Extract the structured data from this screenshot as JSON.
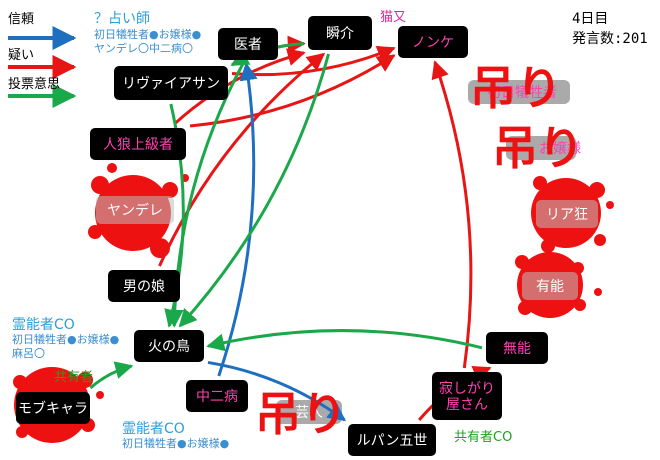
{
  "legend": [
    {
      "label": "信頼",
      "color": "#1f6fc0"
    },
    {
      "label": "疑い",
      "color": "#e81515"
    },
    {
      "label": "投票意思",
      "color": "#1aa84a"
    }
  ],
  "status": {
    "day": "4日目",
    "post_count": "発言数:201"
  },
  "players": [
    {
      "key": "isha",
      "name": "医者",
      "text_color": "#ffffff",
      "dead": false
    },
    {
      "key": "shunsuke",
      "name": "瞬介",
      "text_color": "#ffffff",
      "dead": false
    },
    {
      "key": "nonke",
      "name": "ノンケ",
      "text_color": "#ff40b0",
      "dead": false
    },
    {
      "key": "rivaia",
      "name": "リヴァイアサン",
      "text_color": "#ffffff",
      "dead": false
    },
    {
      "key": "jinro",
      "name": "人狼上級者",
      "text_color": "#ff40b0",
      "dead": false
    },
    {
      "key": "otoko",
      "name": "男の娘",
      "text_color": "#ffffff",
      "dead": false
    },
    {
      "key": "hinotori",
      "name": "火の鳥",
      "text_color": "#ffffff",
      "dead": false
    },
    {
      "key": "munou",
      "name": "無能",
      "text_color": "#ff40b0",
      "dead": false
    },
    {
      "key": "chuni",
      "name": "中二病",
      "text_color": "#ff40b0",
      "dead": false
    },
    {
      "key": "sabishi",
      "name": "寂しがり\n屋さん",
      "text_color": "#ff40b0",
      "dead": false
    },
    {
      "key": "lupin",
      "name": "ルパン五世",
      "text_color": "#ffffff",
      "dead": false
    },
    {
      "key": "mobu",
      "name": "モブキャラ",
      "text_color": "#ffffff",
      "dead": true
    },
    {
      "key": "yandere",
      "name": "ヤンデレ",
      "text_color": "#ffffff",
      "dead": true
    },
    {
      "key": "ria",
      "name": "リア狂",
      "text_color": "#ffffff",
      "dead": true
    },
    {
      "key": "yuunou",
      "name": "有能",
      "text_color": "#ffffff",
      "dead": true
    },
    {
      "key": "dead_a",
      "name": "初日犠牲者",
      "text_color": "#ff40b0",
      "dead": true
    },
    {
      "key": "dead_b",
      "name": "お嬢様",
      "text_color": "#ff40b0",
      "dead": true
    },
    {
      "key": "dead_c",
      "name": "芸人",
      "text_color": "#ffffff",
      "dead": true
    }
  ],
  "notes": {
    "seer_role": "？占い師",
    "seer_line1": "初日犠牲者●お嬢様●",
    "seer_line2": "ヤンデレ〇中二病〇",
    "medium1_role": "霊能者CO",
    "medium1_line1": "初日犠牲者●お嬢様●",
    "medium1_line2": "麻呂〇",
    "medium2_role": "霊能者CO",
    "medium2_line1": "初日犠牲者●お嬢様●",
    "nekomata": "猫又",
    "kyouyuu_left": "共有者",
    "kyouyuu_co": "共有者CO",
    "hanged": "吊り"
  },
  "edges": [
    {
      "from": "rivaia",
      "to": "shunsuke",
      "type": "suspicion"
    },
    {
      "from": "rivaia",
      "to": "nonke",
      "type": "suspicion"
    },
    {
      "from": "jinro",
      "to": "shunsuke",
      "type": "suspicion"
    },
    {
      "from": "jinro",
      "to": "nonke",
      "type": "suspicion"
    },
    {
      "from": "otoko",
      "to": "shunsuke",
      "type": "suspicion"
    },
    {
      "from": "sabishi",
      "to": "nonke",
      "type": "suspicion"
    },
    {
      "from": "lupin",
      "to": "munou",
      "type": "suspicion"
    },
    {
      "from": "chuni",
      "to": "isha",
      "type": "trust"
    },
    {
      "from": "hinotori",
      "to": "lupin",
      "type": "trust"
    },
    {
      "from": "isha",
      "to": "hinotori",
      "type": "vote"
    },
    {
      "from": "shunsuke",
      "to": "hinotori",
      "type": "vote"
    },
    {
      "from": "shunsuke",
      "to": "rivaia",
      "type": "vote"
    },
    {
      "from": "rivaia",
      "to": "hinotori",
      "type": "vote"
    },
    {
      "from": "munou",
      "to": "hinotori",
      "type": "vote"
    },
    {
      "from": "mobu",
      "to": "hinotori",
      "type": "vote"
    }
  ]
}
